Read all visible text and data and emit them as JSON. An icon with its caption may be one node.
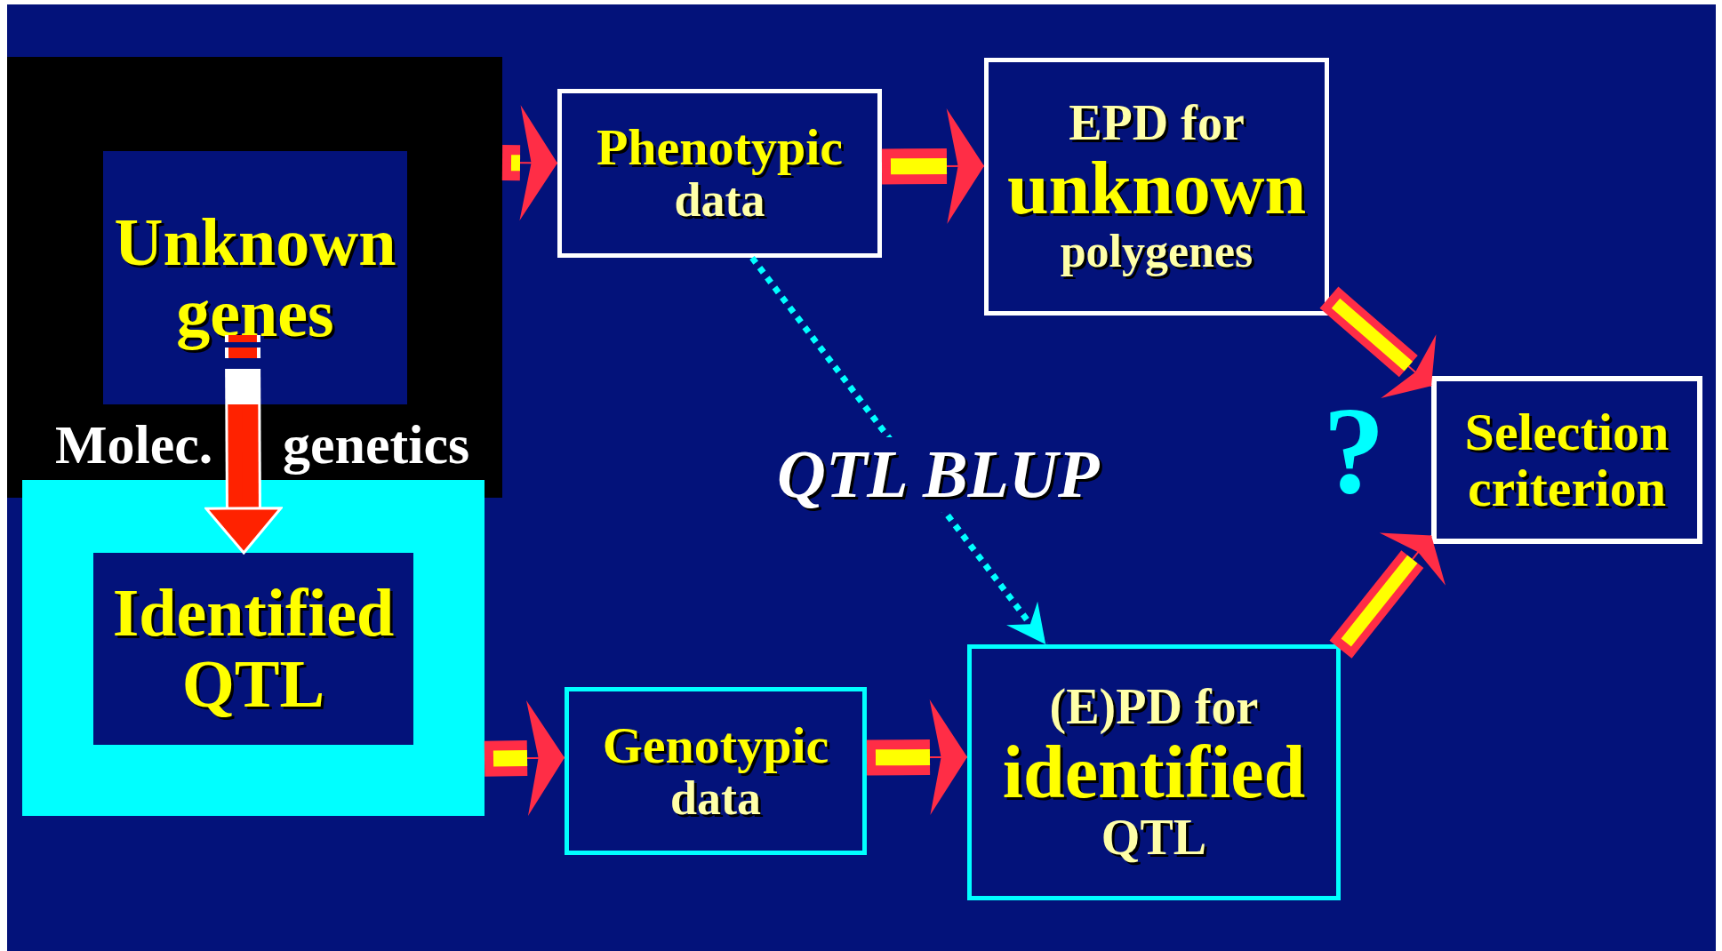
{
  "diagram": {
    "nodes": [
      {
        "text": [],
        "shape": "box"
      },
      {
        "text": [
          "Unknown genes"
        ],
        "in": 0
      },
      {
        "text": [],
        "shape": "box"
      },
      {
        "text": [
          "Identified QTL"
        ],
        "in": 2
      },
      {
        "text": [
          "Phenotypic",
          "data"
        ]
      },
      {
        "text": [
          "EPD for",
          "unknown",
          "polygenes"
        ]
      },
      {
        "text": [
          "Genotypic",
          "data"
        ]
      },
      {
        "text": [
          "(E)PD for",
          "identified",
          "QTL"
        ]
      },
      {
        "text": [
          "Selection criterion"
        ]
      }
    ],
    "edges": [
      {
        "from": 0,
        "to": 4,
        "arrow": "to"
      },
      {
        "from": 4,
        "to": 5,
        "arrow": "to"
      },
      {
        "from": 2,
        "to": 6,
        "arrow": "to"
      },
      {
        "from": 6,
        "to": 7,
        "arrow": "to"
      },
      {
        "from": 4,
        "to": 7,
        "arrow": "to",
        "label": "QTL BLUP",
        "style": "dashed",
        "color": "#00ffff"
      },
      {
        "from": 1,
        "to": 3,
        "arrow": "to",
        "color": "#ff2200"
      },
      {
        "from": 5,
        "to": 8,
        "arrow": "to"
      },
      {
        "from": 7,
        "to": 8,
        "arrow": "to"
      }
    ],
    "labels": [
      "Molec.",
      "genetics",
      "?"
    ]
  }
}
